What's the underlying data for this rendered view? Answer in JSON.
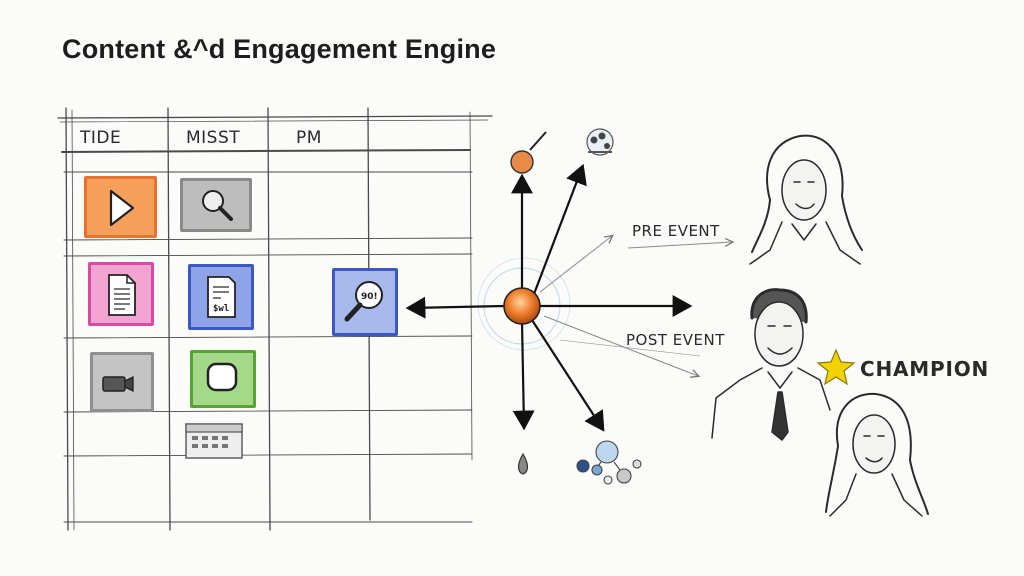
{
  "title": "Content &^d Engagement Engine",
  "table": {
    "columns": [
      "TIDE",
      "MISST",
      "PM"
    ]
  },
  "labels": {
    "pre_event": "PRE EVENT",
    "post_event": "POST EVENT",
    "champion": "CHAMPION"
  },
  "colors": {
    "video_tile": "#e8732c",
    "search_tile": "#8a8a8a",
    "document_tile": "#d94aa4",
    "report_tile": "#3b58c4",
    "magnifier_tile": "#3b58c4",
    "camera_tile": "#8f8f8f",
    "monitor_tile": "#58a336",
    "hub_node": "#ef7d2a",
    "star": "#f5d300"
  },
  "icons": [
    "play-icon",
    "search-icon",
    "document-icon",
    "report-icon",
    "magnifier-icon",
    "camera-icon",
    "monitor-icon",
    "calendar-icon",
    "hub-node",
    "star-icon"
  ]
}
